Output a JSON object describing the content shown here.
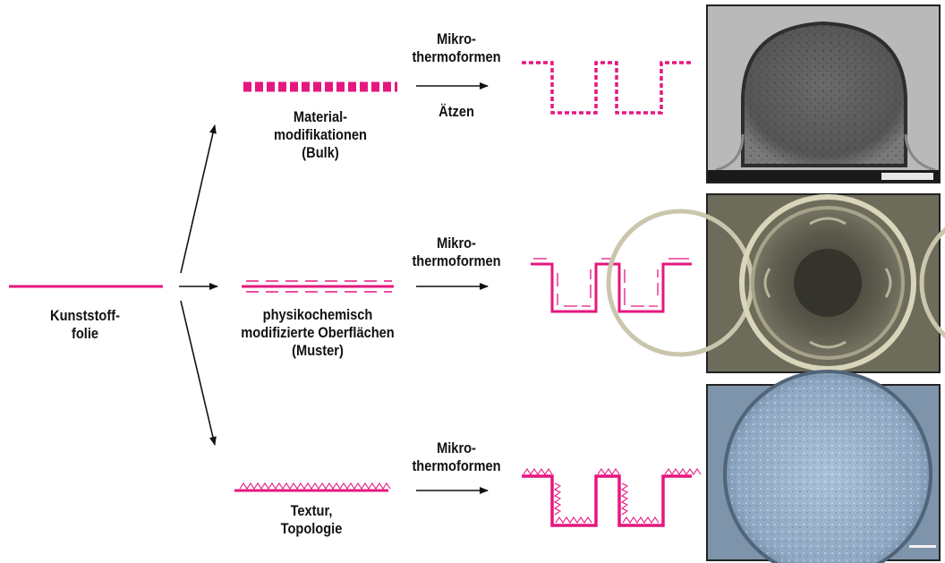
{
  "colors": {
    "magenta": "#e5177f",
    "arrow": "#111111"
  },
  "source": {
    "line1": "Kunststoff-",
    "line2": "folie"
  },
  "rows": [
    {
      "id": "bulk",
      "label_lines": [
        "Material-",
        "modifikationen",
        "(Bulk)"
      ],
      "process_above": [
        "Mikro-",
        "thermoformen"
      ],
      "process_below": "Ätzen",
      "photo_desc": "sem-micrograph"
    },
    {
      "id": "surface",
      "label_lines": [
        "physikochemisch",
        "modifizierte Oberflächen",
        "(Muster)"
      ],
      "process_above": [
        "Mikro-",
        "thermoformen"
      ],
      "photo_desc": "light-micrograph-pattern"
    },
    {
      "id": "texture",
      "label_lines": [
        "Textur,",
        "Topologie"
      ],
      "process_above": [
        "Mikro-",
        "thermoformen"
      ],
      "photo_desc": "light-micrograph-texture"
    }
  ]
}
